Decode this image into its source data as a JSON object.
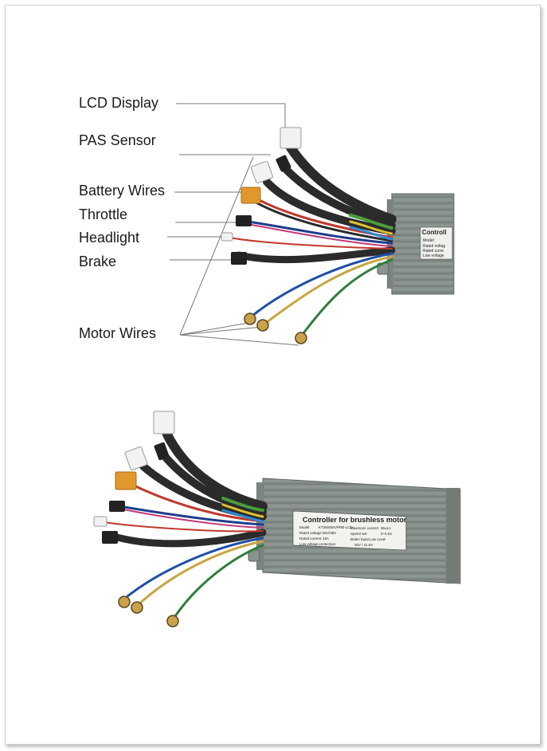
{
  "labels": {
    "lcd": "LCD Display",
    "pas": "PAS Sensor",
    "battery": "Battery Wires",
    "throttle": "Throttle",
    "headlight": "Headlight",
    "brake": "Brake",
    "motor": "Motor Wires"
  },
  "controller_top": {
    "title": "Controll",
    "line1": "Model:",
    "line2": "Rated voltag",
    "line3": "Rated curre",
    "line4": "Low voltage"
  },
  "controller_bottom": {
    "title": "Controller for brushless motor",
    "rows": [
      [
        "Model:",
        "KT36/48SVPRB-LCD",
        "Maximum current:",
        "36±1A"
      ],
      [
        "Rated voltage:",
        "36V/48V",
        "Speed set:",
        "3~4.5V"
      ],
      [
        "Rated current:",
        "18A",
        "Brake input:Low Level",
        ""
      ],
      [
        "Low voltage protection:",
        "",
        "30V / 41.5V",
        ""
      ]
    ]
  },
  "colors": {
    "housing": "#8f9893",
    "housing_dark": "#6f7773",
    "cable": "#2b2b2b",
    "connector_white": "#f2f2f2",
    "connector_orange": "#e0982c"
  }
}
